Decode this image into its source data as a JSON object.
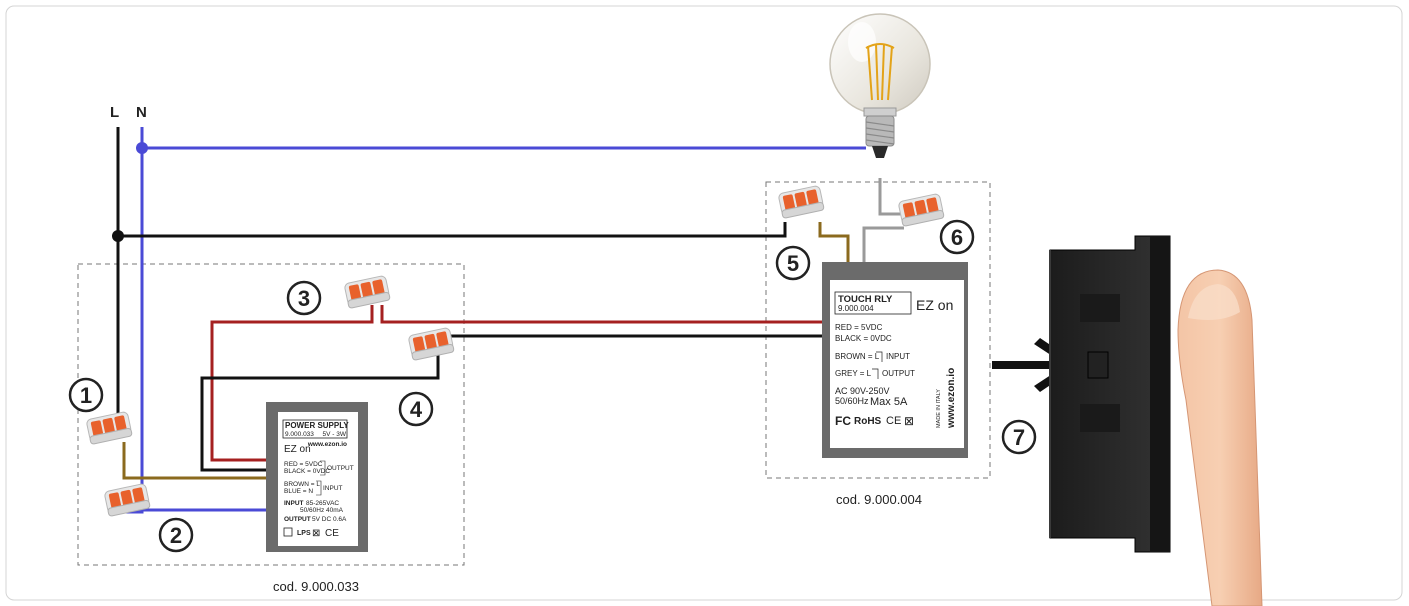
{
  "lines": {
    "live": "L",
    "neutral": "N"
  },
  "markers": [
    "1",
    "2",
    "3",
    "4",
    "5",
    "6",
    "7"
  ],
  "power_supply": {
    "title": "POWER SUPPLY",
    "code": "9.000.033",
    "rating": "5V - 3W",
    "logo_text": "EZ on",
    "website": "www.ezon.io",
    "output_lines": [
      "RED = 5VDC",
      "BLACK = 0VDC"
    ],
    "output_label": "OUTPUT",
    "input_lines": [
      "BROWN = L",
      "BLUE = N"
    ],
    "input_label": "INPUT",
    "input_spec_label": "INPUT",
    "input_spec": "85-265VAC",
    "input_spec2": "50/60Hz 40mA",
    "output_spec_label": "OUTPUT",
    "output_spec": "5V DC 0.6A",
    "cert_marks": "LPS",
    "caption": "cod. 9.000.033"
  },
  "touch_relay": {
    "title": "TOUCH RLY",
    "code": "9.000.004",
    "logo_text": "EZ on",
    "power_lines": [
      "RED = 5VDC",
      "BLACK = 0VDC"
    ],
    "input_line": "BROWN = L",
    "input_label": "INPUT",
    "output_line": "GREY = L",
    "output_label": "OUTPUT",
    "voltage": "AC 90V-250V",
    "frequency": "50/60Hz",
    "max_current": "Max 5A",
    "cert_marks": "RoHS",
    "made_in": "MADE IN ITALY",
    "website": "www.ezon.io",
    "caption": "cod. 9.000.004"
  },
  "colors": {
    "live": "#111111",
    "neutral": "#4a4ad6",
    "brown": "#8b6a1e",
    "red": "#a52020",
    "black": "#111111",
    "grey": "#9a9a9a",
    "module": "#6b6b6b",
    "connector_orange": "#e8612c"
  },
  "icons": [
    "light-bulb-icon",
    "arrow-right-icon",
    "touch-switch-icon",
    "finger-icon",
    "wago-connector-icon"
  ]
}
